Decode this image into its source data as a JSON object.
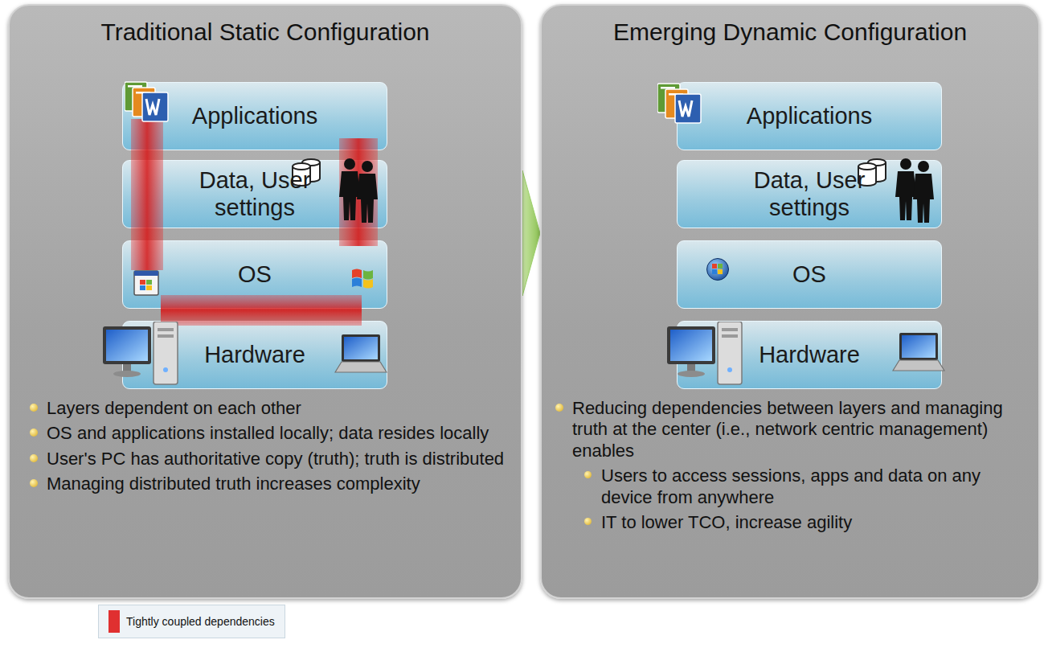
{
  "diagram": {
    "nodes": [
      {
        "text": [
          "Traditional Static Configuration",
          "Layers dependent on each other",
          "OS and applications installed locally; data resides locally",
          "User's PC has authoritative copy (truth); truth is distributed",
          "Managing distributed truth increases complexity"
        ]
      },
      {
        "text": [
          "Applications"
        ],
        "in": 0
      },
      {
        "text": [
          "Data, User settings"
        ],
        "in": 0
      },
      {
        "text": [
          "OS"
        ],
        "in": 0
      },
      {
        "text": [
          "Hardware"
        ],
        "in": 0
      },
      {
        "text": [
          "Emerging Dynamic Configuration",
          "Reducing dependencies between layers and managing truth at the center (i.e., network centric management) enables",
          "Users to access sessions, apps and data on any device from anywhere",
          "IT to lower TCO, increase agility"
        ]
      },
      {
        "text": [
          "Applications"
        ],
        "in": 5
      },
      {
        "text": [
          "Data, User settings"
        ],
        "in": 5
      },
      {
        "text": [
          "OS"
        ],
        "in": 5
      },
      {
        "text": [
          "Hardware"
        ],
        "in": 5
      }
    ],
    "edges": [
      {
        "from": 0,
        "to": 5,
        "arrow": "to"
      }
    ],
    "legend": [
      {
        "text": "Tightly coupled dependencies",
        "color": "#e03030"
      }
    ]
  }
}
